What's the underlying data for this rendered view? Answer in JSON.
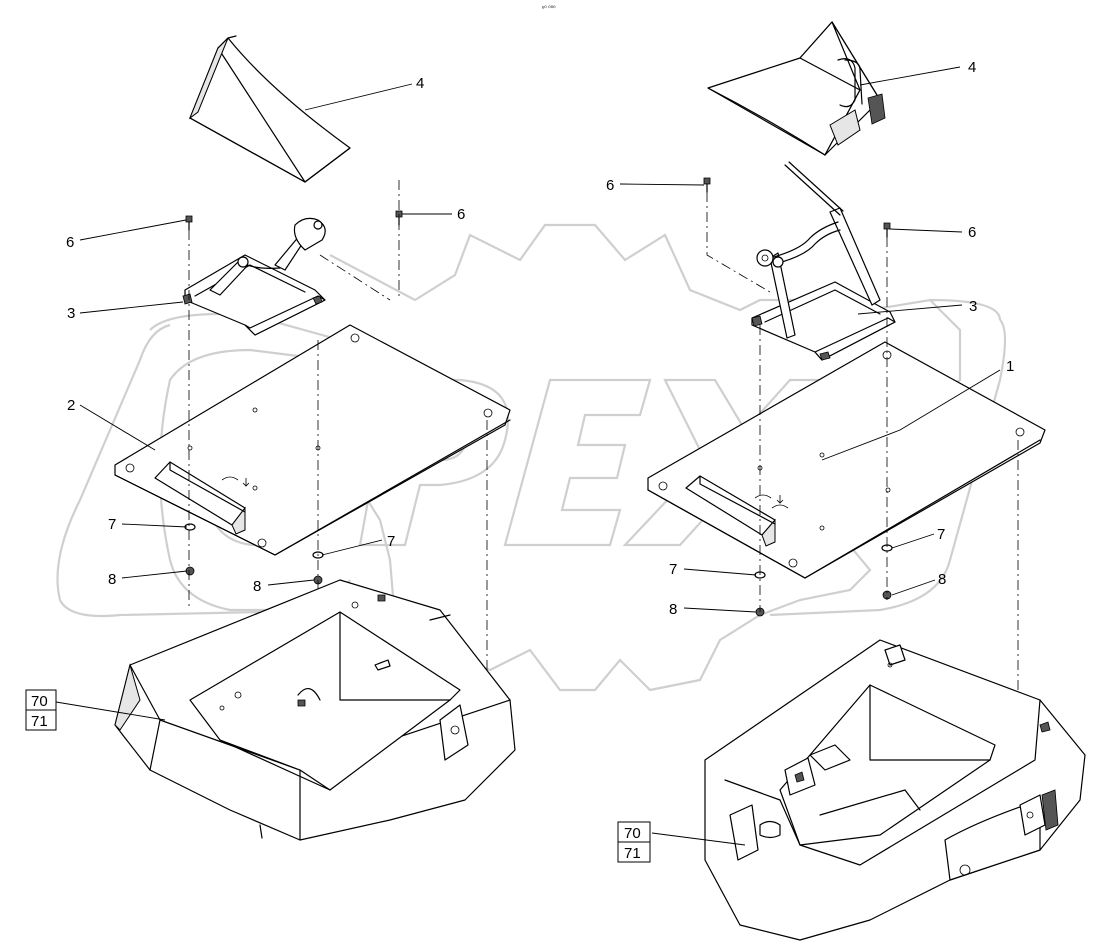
{
  "diagram": {
    "header_mark": "ᵉ⁰ ⁰⁰⁰",
    "watermark": "OPEX",
    "callouts": {
      "c1": "1",
      "c2": "2",
      "c3_left": "3",
      "c3_right": "3",
      "c4_left": "4",
      "c4_right": "4",
      "c6_a": "6",
      "c6_b": "6",
      "c6_c": "6",
      "c6_d": "6",
      "c7_a": "7",
      "c7_b": "7",
      "c7_c": "7",
      "c7_d": "7",
      "c8_a": "8",
      "c8_b": "8",
      "c8_c": "8",
      "c8_d": "8"
    },
    "ref_boxes": {
      "left_top": "70",
      "left_bottom": "71",
      "right_top": "70",
      "right_bottom": "71"
    }
  }
}
